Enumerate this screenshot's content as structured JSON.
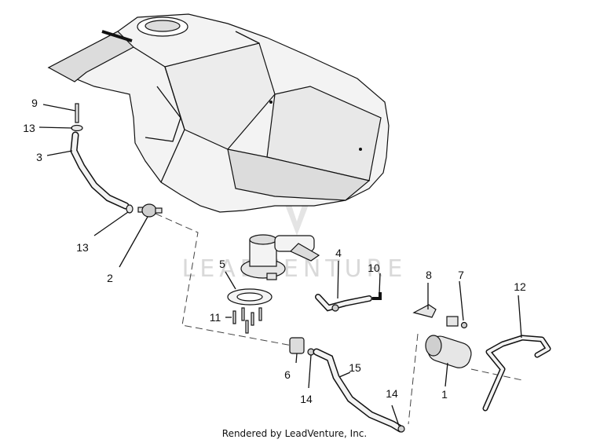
{
  "diagram": {
    "callouts": [
      {
        "id": "callout-9",
        "text": "9"
      },
      {
        "id": "callout-13-top",
        "text": "13"
      },
      {
        "id": "callout-3",
        "text": "3"
      },
      {
        "id": "callout-13-bottom",
        "text": "13"
      },
      {
        "id": "callout-2",
        "text": "2"
      },
      {
        "id": "callout-5",
        "text": "5"
      },
      {
        "id": "callout-4",
        "text": "4"
      },
      {
        "id": "callout-10",
        "text": "10"
      },
      {
        "id": "callout-8",
        "text": "8"
      },
      {
        "id": "callout-7",
        "text": "7"
      },
      {
        "id": "callout-12",
        "text": "12"
      },
      {
        "id": "callout-11",
        "text": "11"
      },
      {
        "id": "callout-6",
        "text": "6"
      },
      {
        "id": "callout-15",
        "text": "15"
      },
      {
        "id": "callout-14-left",
        "text": "14"
      },
      {
        "id": "callout-14-right",
        "text": "14"
      },
      {
        "id": "callout-1",
        "text": "1"
      }
    ],
    "watermark": "LEADVENTURE",
    "footer": "Rendered by LeadVenture, Inc."
  },
  "colors": {
    "line": "#111111",
    "tank_fill": "#f3f3f3",
    "tank_shade": "#dcdcdc",
    "part_fill": "#e6e6e6",
    "watermark": "#d9d9d9"
  }
}
